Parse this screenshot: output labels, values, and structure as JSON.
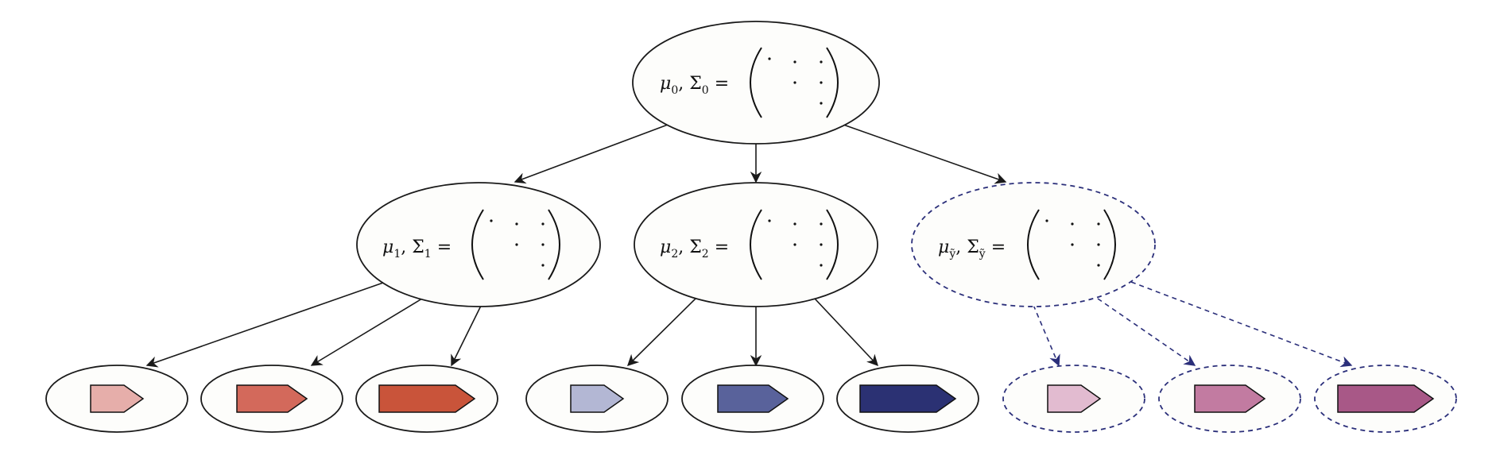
{
  "colors": {
    "solid_stroke": "#1a1a1a",
    "dashed_stroke": "#2b2f7a"
  },
  "root": {
    "mu_sym": "μ",
    "sigma_sym": "Σ",
    "index": "0"
  },
  "children": [
    {
      "mu_sym": "μ",
      "sigma_sym": "Σ",
      "index": "1",
      "style": "solid"
    },
    {
      "mu_sym": "μ",
      "sigma_sym": "Σ",
      "index": "2",
      "style": "solid"
    },
    {
      "mu_sym": "μ",
      "sigma_sym": "Σ",
      "index": "ỹ",
      "style": "dashed"
    }
  ],
  "leaves": [
    {
      "group": 1,
      "color": "#e6aeaa",
      "level": 1
    },
    {
      "group": 1,
      "color": "#d3695b",
      "level": 2
    },
    {
      "group": 1,
      "color": "#c9543a",
      "level": 3
    },
    {
      "group": 2,
      "color": "#b3b7d4",
      "level": 1
    },
    {
      "group": 2,
      "color": "#59629b",
      "level": 2
    },
    {
      "group": 2,
      "color": "#2b3173",
      "level": 3
    },
    {
      "group": 3,
      "color": "#e2bbd0",
      "level": 1
    },
    {
      "group": 3,
      "color": "#c27ba1",
      "level": 2
    },
    {
      "group": 3,
      "color": "#a85887",
      "level": 3
    }
  ]
}
